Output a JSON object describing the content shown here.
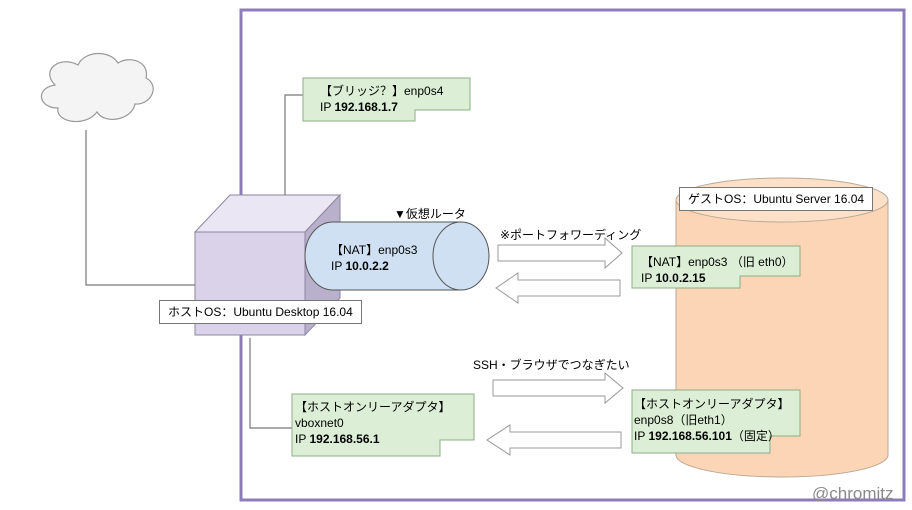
{
  "host_label": "ホストOS：Ubuntu Desktop 16.04",
  "guest_label": "ゲストOS：Ubuntu Server 16.04",
  "router_label": "▼仮想ルータ",
  "port_forwarding_label": "※ポートフォワーディング",
  "ssh_label": "SSH・ブラウザでつなぎたい",
  "bridge_note": {
    "title": "【ブリッジ？】enp0s4",
    "ip_prefix": "IP ",
    "ip": "192.168.1.7"
  },
  "nat_host_note": {
    "title": "【NAT】enp0s3",
    "ip_prefix": "IP ",
    "ip": "10.0.2.2"
  },
  "nat_guest_note": {
    "title": "【NAT】enp0s3 （旧 eth0）",
    "ip_prefix": "IP ",
    "ip": "10.0.2.15"
  },
  "hostonly_host_note": {
    "title": "【ホストオンリーアダプタ】",
    "iface": "vboxnet0",
    "ip_prefix": "IP ",
    "ip": "192.168.56.1"
  },
  "hostonly_guest_note": {
    "title": "【ホストオンリーアダプタ】",
    "iface": "enp0s8（旧eth1）",
    "ip_prefix": "IP ",
    "ip": "192.168.56.101",
    "suffix": "（固定）"
  },
  "watermark": "@chromitz",
  "colors": {
    "frame": "#8c7cb8",
    "cube": "#d9d2e9",
    "router": "#cfe0f3",
    "guest": "#fbd5b5",
    "note": "#dcefd6"
  }
}
